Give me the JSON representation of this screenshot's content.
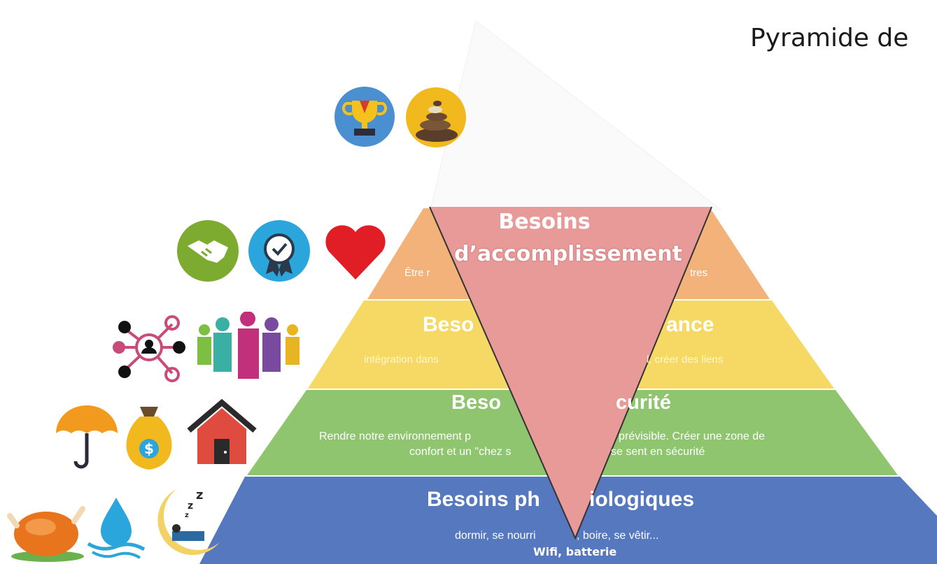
{
  "title": "Pyramide de",
  "levels": {
    "estime": {
      "title": "",
      "desc_left": "Être r",
      "desc_right": "tres"
    },
    "appartenance": {
      "title_left": "Beso",
      "title_right": "ance",
      "desc_left": "intégration dans",
      "desc_right": "l, créer des liens"
    },
    "securite": {
      "title_left": "Beso",
      "title_right": "curité",
      "desc_line1_left": "Rendre notre environnement p",
      "desc_line1_right": "prévisible. Créer une zone de",
      "desc_line2_left": "confort et un \"chez s",
      "desc_line2_right": "se sent en sécurité"
    },
    "physio": {
      "title_left": "Besoins ph",
      "title_right": "iologiques",
      "desc_left": "dormir, se nourri",
      "desc_right": ", boire, se vêtir..."
    }
  },
  "overlay": {
    "line1": "Besoins",
    "line2": "d’accomplissement",
    "note": "Wifi, batterie"
  },
  "colors": {
    "orange": "#f2b27a",
    "yellow": "#f6d864",
    "green": "#8fc56e",
    "blue": "#5578be",
    "overlay": "#e89a99"
  },
  "icons": [
    "trophy-icon",
    "zen-stones-icon",
    "handshake-icon",
    "badge-icon",
    "heart-icon",
    "network-icon",
    "people-icon",
    "umbrella-icon",
    "money-bag-icon",
    "house-icon",
    "chicken-icon",
    "water-drop-icon",
    "sleep-moon-icon"
  ]
}
